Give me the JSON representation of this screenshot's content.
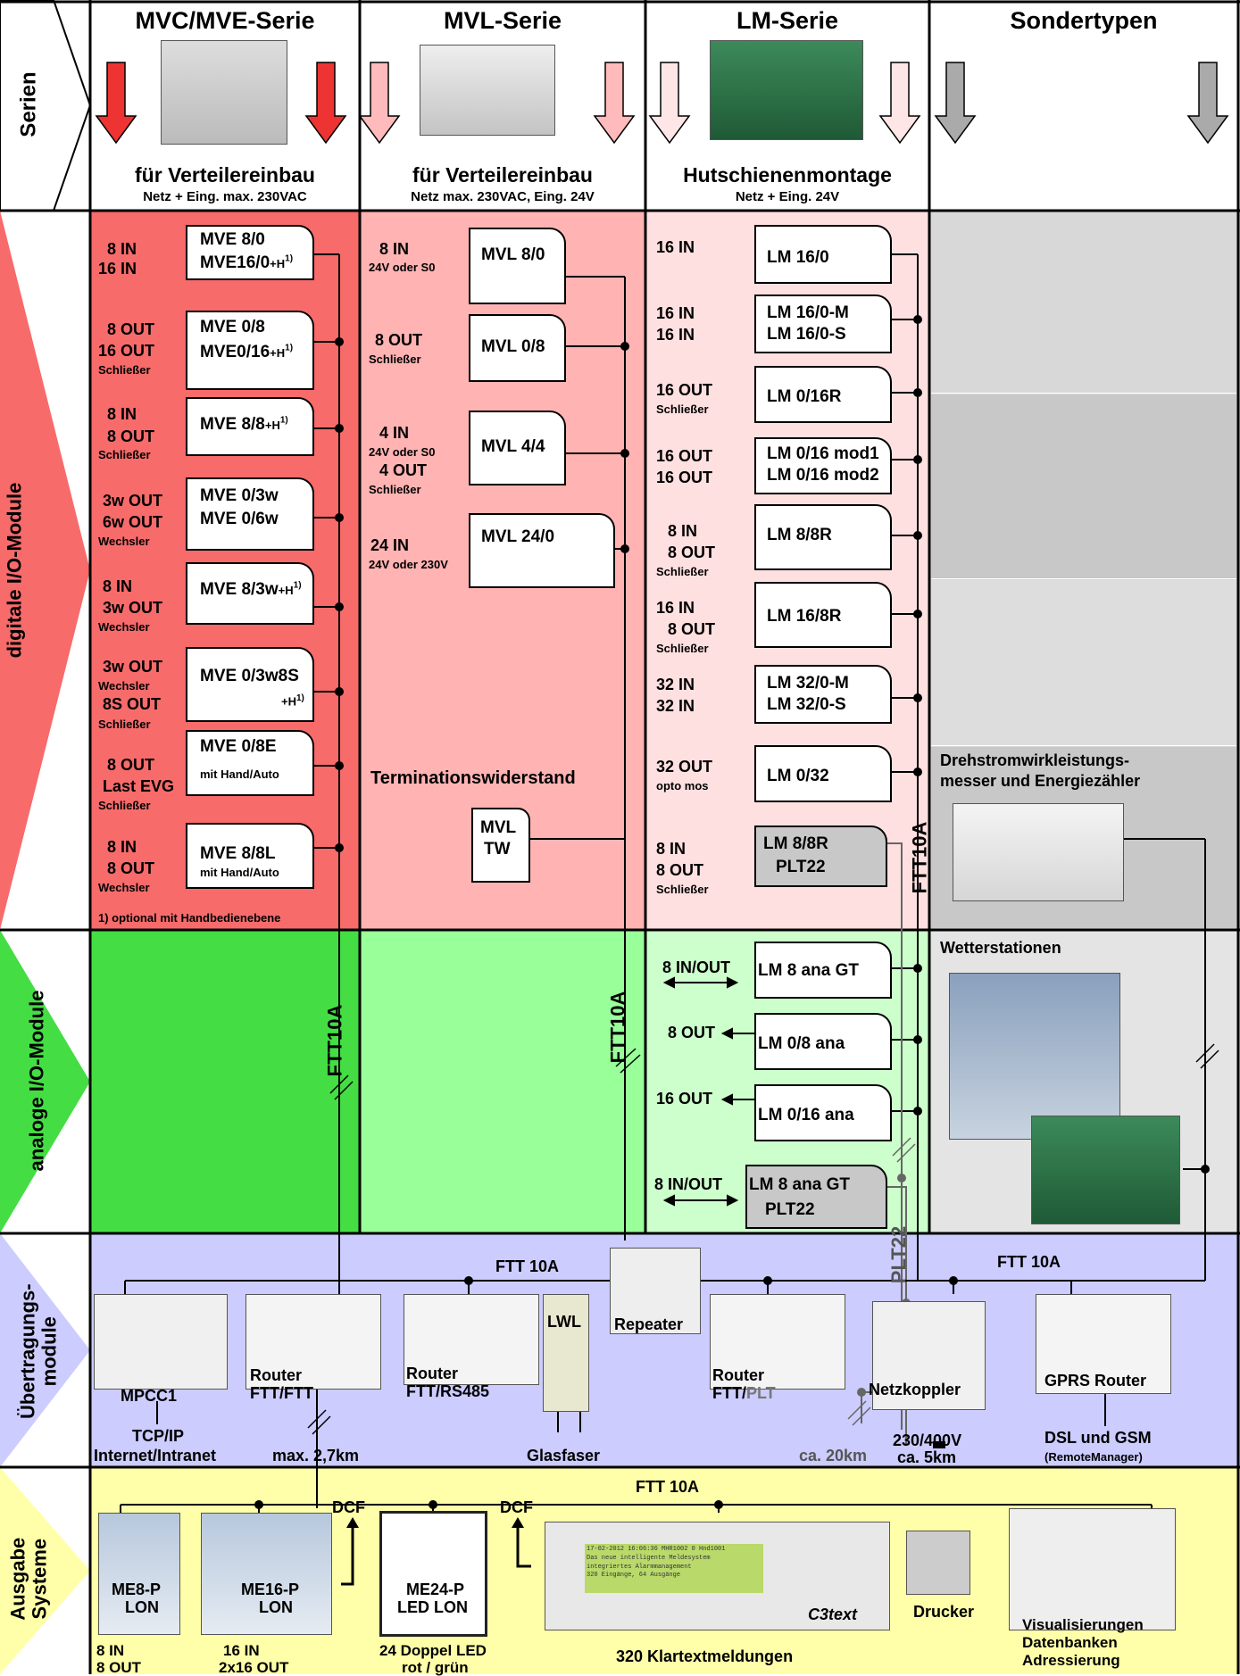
{
  "columns": [
    {
      "title": "MVC/MVE-Serie",
      "line1": "für Verteilereinbau",
      "line2": "Netz + Eing. max. 230VAC"
    },
    {
      "title": "MVL-Serie",
      "line1": "für Verteilereinbau",
      "line2": "Netz max. 230VAC, Eing. 24V"
    },
    {
      "title": "LM-Serie",
      "line1": "Hutschienenmontage",
      "line2": "Netz + Eing. 24V"
    },
    {
      "title": "Sondertypen",
      "line1": "",
      "line2": ""
    }
  ],
  "rows": {
    "serien": "Serien",
    "digital": "digitale I/O-Module",
    "analog": "analoge I/O-Module",
    "uebertragung": "Übertragungs-\nmodule",
    "ausgabe": "Ausgabe\nSysteme"
  },
  "mve": [
    {
      "name": "MVE 8/0",
      "io": "8 IN",
      "dir": "in"
    },
    {
      "name": "MVE16/0",
      "sup": "+H",
      "note": "1)",
      "io": "16 IN",
      "dir": "in"
    },
    {
      "name": "MVE 0/8",
      "io": "8 OUT",
      "dir": "out"
    },
    {
      "name": "MVE0/16",
      "sup": "+H",
      "note": "1)",
      "io": "16 OUT",
      "dir": "out",
      "sub": "Schließer"
    },
    {
      "name": "MVE 8/8",
      "sup": "+H",
      "note": "1)",
      "io1": "8 IN",
      "io2": "8 OUT",
      "sub": "Schließer"
    },
    {
      "name": "MVE 0/3w",
      "io": "3w OUT"
    },
    {
      "name": "MVE 0/6w",
      "io": "6w OUT",
      "sub": "Wechsler"
    },
    {
      "name": "MVE 8/3w",
      "sup": "+H",
      "note": "1)",
      "io1": "8 IN",
      "io2": "3w OUT",
      "sub": "Wechsler"
    },
    {
      "name": "MVE 0/3w8S",
      "sup": "+H",
      "note": "1)",
      "io1": "3w OUT",
      "sub1": "Wechsler",
      "io2": "8S OUT",
      "sub2": "Schließer"
    },
    {
      "name": "MVE 0/8E",
      "extra": "mit Hand/Auto",
      "io1": "8 OUT",
      "io2": "Last EVG",
      "sub": "Schließer"
    },
    {
      "name": "MVE 8/8L",
      "extra": "mit Hand/Auto",
      "io1": "8 IN",
      "io2": "8 OUT",
      "sub": "Wechsler"
    }
  ],
  "mve_footnote": "1) optional mit Handbedienebene",
  "mvl": [
    {
      "name": "MVL 8/0",
      "io": "8 IN",
      "sub": "24V oder S0"
    },
    {
      "name": "MVL 0/8",
      "io": "8 OUT",
      "sub": "Schließer"
    },
    {
      "name": "MVL 4/4",
      "io1": "4 IN",
      "sub1": "24V oder S0",
      "io2": "4 OUT",
      "sub2": "Schließer"
    },
    {
      "name": "MVL 24/0",
      "io": "24 IN",
      "sub": "24V oder 230V"
    }
  ],
  "termination": "Terminationswiderstand",
  "mvl_tw": [
    "MVL",
    "TW"
  ],
  "lm": [
    {
      "name": "LM 16/0",
      "io": "16 IN"
    },
    {
      "name": "LM 16/0-M",
      "io": "16 IN"
    },
    {
      "name": "LM 16/0-S",
      "io": "16 IN"
    },
    {
      "name": "LM 0/16R",
      "io": "16 OUT",
      "sub": "Schließer"
    },
    {
      "name": "LM 0/16 mod1",
      "io": "16 OUT"
    },
    {
      "name": "LM 0/16 mod2",
      "io": "16 OUT"
    },
    {
      "name": "LM 8/8R",
      "io1": "8 IN",
      "io2": "8 OUT",
      "sub": "Schließer"
    },
    {
      "name": "LM 16/8R",
      "io1": "16 IN",
      "io2": "8 OUT",
      "sub": "Schließer"
    },
    {
      "name": "LM 32/0-M",
      "io": "32 IN"
    },
    {
      "name": "LM 32/0-S",
      "io": "32 IN"
    },
    {
      "name": "LM 0/32",
      "io": "32 OUT",
      "sub": "opto mos"
    },
    {
      "name": "LM 8/8R",
      "name2": "PLT22",
      "io1": "8 IN",
      "io2": "8 OUT",
      "sub": "Schließer"
    }
  ],
  "lm_analog": [
    {
      "name": "LM 8 ana GT",
      "io": "8 IN/OUT"
    },
    {
      "name": "LM 0/8 ana",
      "io": "8 OUT"
    },
    {
      "name": "LM 0/16 ana",
      "io": "16 OUT"
    },
    {
      "name": "LM 8 ana GT",
      "name2": "PLT22",
      "io": "8 IN/OUT"
    }
  ],
  "sonder": {
    "meter_title": [
      "Drehstromwirkleistungs-",
      "messer und Energiezähler"
    ],
    "weather_title": "Wetterstationen"
  },
  "bus_labels": {
    "ftt1": "FTT10A",
    "ftt2": "FTT10A",
    "ftt3": "FTT10A",
    "plt": "PLT22",
    "ftt_trans1": "FTT 10A",
    "ftt_trans2": "FTT 10A",
    "ftt_out": "FTT 10A"
  },
  "transmission": {
    "mpcc": "MPCC1",
    "tcp": "TCP/IP",
    "internet": "Internet/Intranet",
    "router1": [
      "Router",
      "FTT/FTT"
    ],
    "max": "max. 2,7km",
    "router2": [
      "Router",
      "FTT/RS485"
    ],
    "lwl": "LWL",
    "glas": "Glasfaser",
    "repeater": "Repeater",
    "router3": [
      "Router",
      "FTT/",
      "PLT"
    ],
    "ca20": "ca. 20km",
    "netz": "Netzkoppler",
    "volt": "230/400V",
    "ca5": "ca. 5km",
    "gprs": "GPRS Router",
    "dsl": "DSL und GSM",
    "remote": "(RemoteManager)"
  },
  "output": {
    "me8": [
      "ME8-P",
      "LON"
    ],
    "me8io": [
      "8 IN",
      "8 OUT"
    ],
    "me16": [
      "ME16-P",
      "LON"
    ],
    "me16io": [
      "16 IN",
      "2x16 OUT"
    ],
    "me24": [
      "ME24-P",
      "LED LON"
    ],
    "me24io": [
      "24 Doppel LED",
      "rot / grün"
    ],
    "dcf1": "DCF",
    "dcf2": "DCF",
    "c3text": "C3text",
    "c3lcd": "17-02-2012 16:06:36 MHR1002 0 Hnd1001\nDas neue intelligente Meldesystem\nintegriertes Alarmmanagement\n320 Eingänge, 64 Ausgänge",
    "klartext": "320 Klartextmeldungen",
    "drucker": "Drucker",
    "visu": [
      "Visualisierungen",
      "Datenbanken",
      "Adressierung"
    ]
  },
  "colors": {
    "red": "#f66666",
    "pinkmid": "#ffb6b6",
    "pinklight": "#ffe0e0",
    "green": "#44dd44",
    "greenmid": "#99ff99",
    "greenlight": "#ccffcc",
    "blue": "#ccccff",
    "yellow": "#ffffaa",
    "gray": "#d8d8d8"
  }
}
